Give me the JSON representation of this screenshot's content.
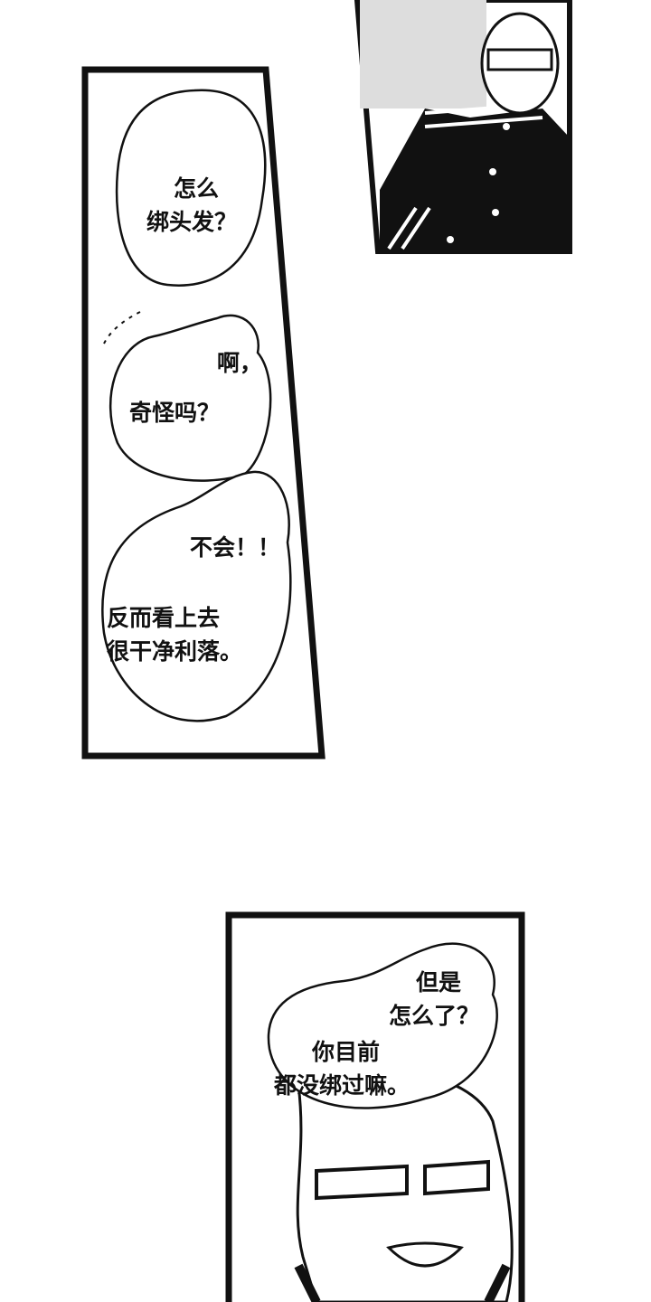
{
  "panels": [
    {
      "id": "top-right",
      "bubbles": []
    },
    {
      "id": "left",
      "bubbles": [
        {
          "lines": [
            "怎么",
            "绑头发？"
          ]
        },
        {
          "lines": [
            "啊，",
            "奇怪吗？"
          ]
        },
        {
          "lines": [
            "不会！！",
            "反而看上去",
            "很干净利落。"
          ]
        }
      ]
    },
    {
      "id": "bottom",
      "bubbles": [
        {
          "lines": [
            "但是",
            "怎么了？",
            "你目前",
            "都没绑过嘛。"
          ]
        }
      ]
    }
  ],
  "colors": {
    "ink": "#111111",
    "paper": "#ffffff",
    "tone": "#cfcfcf"
  }
}
